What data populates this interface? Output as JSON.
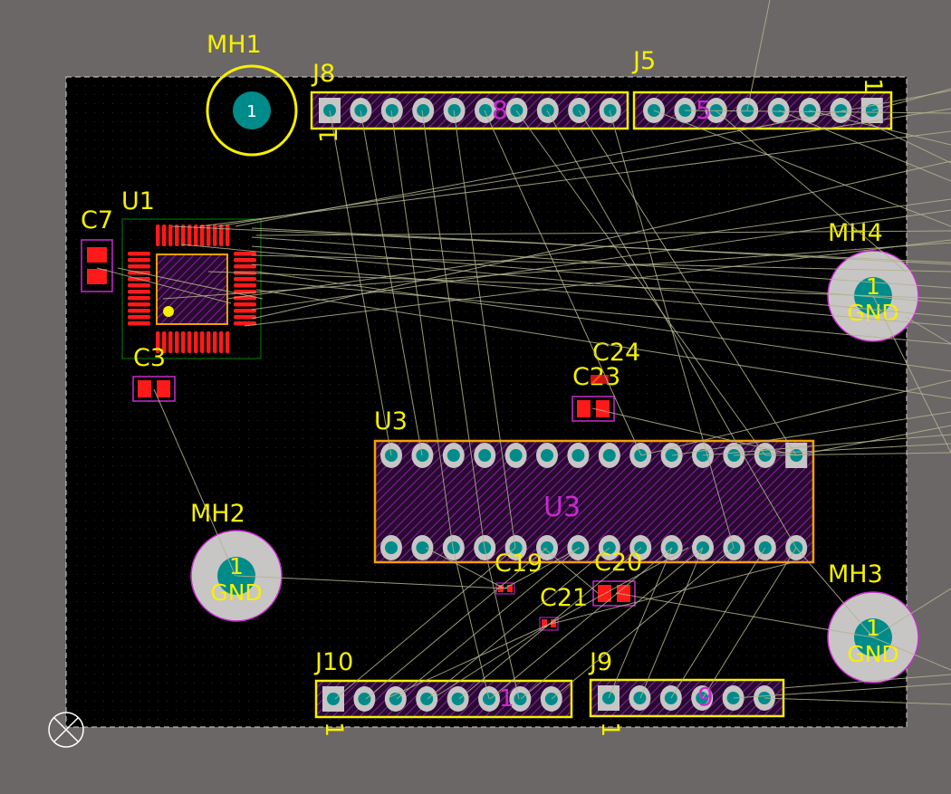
{
  "board": {
    "components": {
      "MH1": "MH1",
      "MH2": "MH2",
      "MH3": "MH3",
      "MH4": "MH4",
      "J5": "J5",
      "J8": "J8",
      "J9": "J9",
      "J10": "J10",
      "U1": "U1",
      "U3": "U3",
      "C3": "C3",
      "C7": "C7",
      "C19": "C19",
      "C20": "C20",
      "C21": "C21",
      "C23": "C23",
      "C24": "C24"
    },
    "inner_labels": {
      "U3": "U3",
      "J8": "8",
      "J5": "5",
      "J10": "1",
      "J9": "9"
    },
    "pad_labels": {
      "MH1_pad": "1",
      "MH2_pad": "1",
      "MH2_net": "GND",
      "MH3_pad": "1",
      "MH3_net": "GND",
      "MH4_pad": "1",
      "MH4_net": "GND",
      "J8_pin1": "1",
      "J5_pin1": "1",
      "J10_pin1": "1",
      "J9_pin1": "1"
    },
    "colors": {
      "background": "#6b6766",
      "board": "#000000",
      "silkscreen": "#f6f000",
      "pad_copper": "#c8c5c5",
      "pad_smd": "#ff1a1a",
      "drill": "#008b8b",
      "courtyard": "#c82ad0",
      "ratsnest": "#b3b38f",
      "keepout": "#008000"
    }
  }
}
